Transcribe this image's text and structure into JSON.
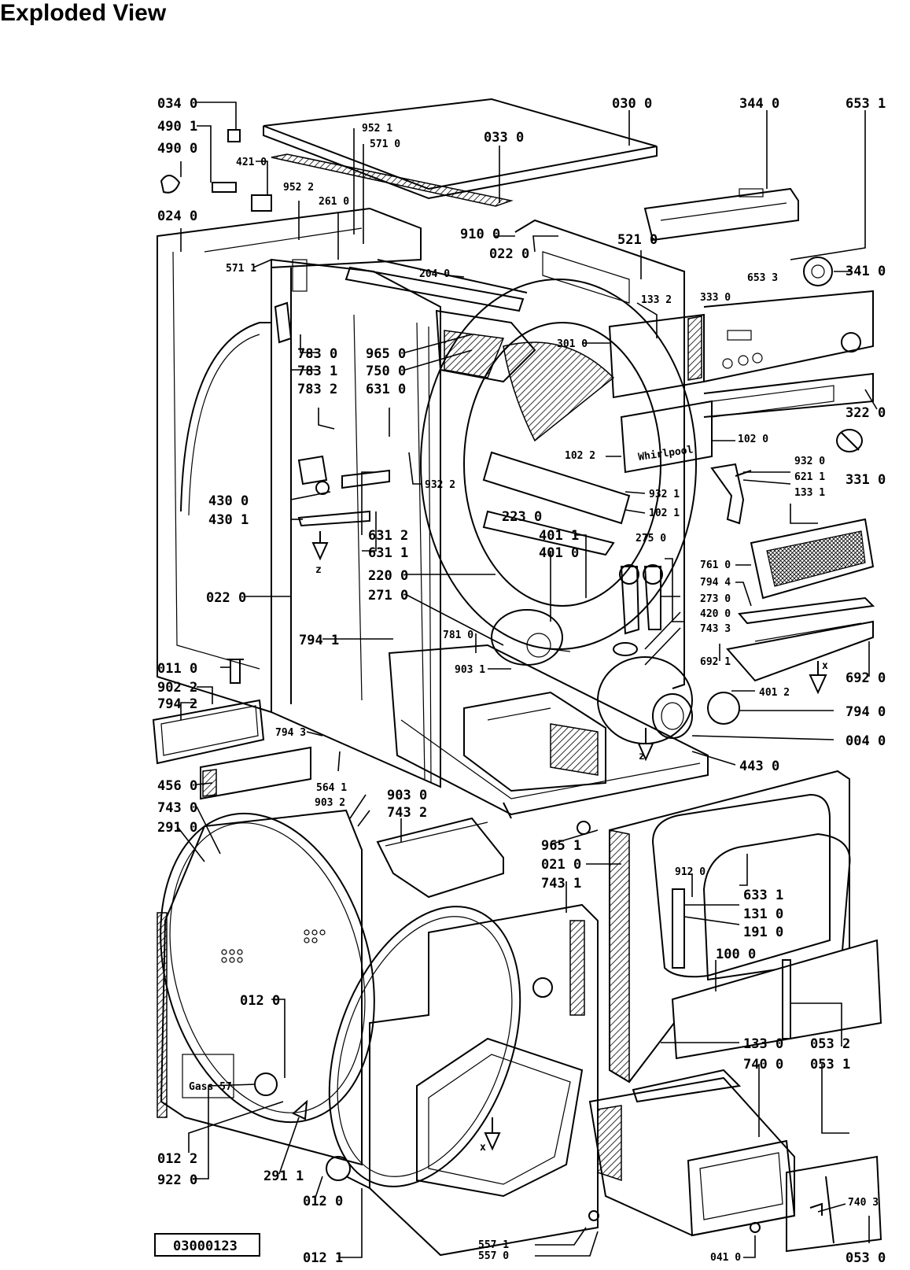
{
  "page": {
    "title": "Exploded View",
    "diagram_code": "03000123"
  },
  "callouts": [
    {
      "id": "c0340",
      "text": "034 0"
    },
    {
      "id": "c4901",
      "text": "490 1"
    },
    {
      "id": "c4900",
      "text": "490 0"
    },
    {
      "id": "c4210",
      "text": "421 0"
    },
    {
      "id": "c9522",
      "text": "952 2"
    },
    {
      "id": "c2610",
      "text": "261 0"
    },
    {
      "id": "c9521",
      "text": "952 1"
    },
    {
      "id": "c5710",
      "text": "571 0"
    },
    {
      "id": "c0330",
      "text": "033 0"
    },
    {
      "id": "c0300",
      "text": "030 0"
    },
    {
      "id": "c3440",
      "text": "344 0"
    },
    {
      "id": "c6531",
      "text": "653 1"
    },
    {
      "id": "c0240",
      "text": "024 0"
    },
    {
      "id": "c9100",
      "text": "910 0"
    },
    {
      "id": "c0220a",
      "text": "022 0"
    },
    {
      "id": "c5210",
      "text": "521 0"
    },
    {
      "id": "c5711",
      "text": "571 1"
    },
    {
      "id": "c2040",
      "text": "204 0"
    },
    {
      "id": "c6533",
      "text": "653 3"
    },
    {
      "id": "c3410",
      "text": "341 0"
    },
    {
      "id": "c3330",
      "text": "333 0"
    },
    {
      "id": "c1332",
      "text": "133 2"
    },
    {
      "id": "c7830",
      "text": "783 0"
    },
    {
      "id": "c9650",
      "text": "965 0"
    },
    {
      "id": "c7831",
      "text": "783 1"
    },
    {
      "id": "c7500",
      "text": "750 0"
    },
    {
      "id": "c7832",
      "text": "783 2"
    },
    {
      "id": "c6310",
      "text": "631 0"
    },
    {
      "id": "c3010",
      "text": "301 0"
    },
    {
      "id": "c3220",
      "text": "322 0"
    },
    {
      "id": "c1020",
      "text": "102 0"
    },
    {
      "id": "c1022",
      "text": "102 2"
    },
    {
      "id": "c9320",
      "text": "932 0"
    },
    {
      "id": "c6211",
      "text": "621 1"
    },
    {
      "id": "c3310",
      "text": "331 0"
    },
    {
      "id": "c9322",
      "text": "932 2"
    },
    {
      "id": "c9321",
      "text": "932 1"
    },
    {
      "id": "c1331",
      "text": "133 1"
    },
    {
      "id": "c4300",
      "text": "430 0"
    },
    {
      "id": "c4301",
      "text": "430 1"
    },
    {
      "id": "c1021",
      "text": "102 1"
    },
    {
      "id": "c2230",
      "text": "223 0"
    },
    {
      "id": "c6312",
      "text": "631 2"
    },
    {
      "id": "c4011",
      "text": "401 1"
    },
    {
      "id": "c6311",
      "text": "631 1"
    },
    {
      "id": "c4010",
      "text": "401 0"
    },
    {
      "id": "c2750",
      "text": "275 0"
    },
    {
      "id": "c7610",
      "text": "761 0"
    },
    {
      "id": "c2200",
      "text": "220 0"
    },
    {
      "id": "c7944",
      "text": "794 4"
    },
    {
      "id": "c0220b",
      "text": "022 0"
    },
    {
      "id": "c2710",
      "text": "271 0"
    },
    {
      "id": "c2730",
      "text": "273 0"
    },
    {
      "id": "c4200",
      "text": "420 0"
    },
    {
      "id": "c7433",
      "text": "743 3"
    },
    {
      "id": "c7941",
      "text": "794 1"
    },
    {
      "id": "c7810",
      "text": "781 0"
    },
    {
      "id": "c6921",
      "text": "692 1"
    },
    {
      "id": "c0110",
      "text": "011 0"
    },
    {
      "id": "c9031",
      "text": "903 1"
    },
    {
      "id": "c6920",
      "text": "692 0"
    },
    {
      "id": "c9022",
      "text": "902 2"
    },
    {
      "id": "c4012",
      "text": "401 2"
    },
    {
      "id": "c7942",
      "text": "794 2"
    },
    {
      "id": "c7940",
      "text": "794 0"
    },
    {
      "id": "c7943",
      "text": "794 3"
    },
    {
      "id": "c0040",
      "text": "004 0"
    },
    {
      "id": "c4430",
      "text": "443 0"
    },
    {
      "id": "c4560",
      "text": "456 0"
    },
    {
      "id": "c5641",
      "text": "564 1"
    },
    {
      "id": "c9032",
      "text": "903 2"
    },
    {
      "id": "c9030",
      "text": "903 0"
    },
    {
      "id": "c7430",
      "text": "743 0"
    },
    {
      "id": "c7432",
      "text": "743 2"
    },
    {
      "id": "c2910",
      "text": "291 0"
    },
    {
      "id": "c9651",
      "text": "965 1"
    },
    {
      "id": "c0210",
      "text": "021 0"
    },
    {
      "id": "c7431",
      "text": "743 1"
    },
    {
      "id": "c9120",
      "text": "912 0"
    },
    {
      "id": "c6331",
      "text": "633 1"
    },
    {
      "id": "c1310",
      "text": "131 0"
    },
    {
      "id": "c1910",
      "text": "191 0"
    },
    {
      "id": "c1000",
      "text": "100 0"
    },
    {
      "id": "c0120a",
      "text": "012 0"
    },
    {
      "id": "c1330",
      "text": "133 0"
    },
    {
      "id": "c0532",
      "text": "053 2"
    },
    {
      "id": "c7400",
      "text": "740 0"
    },
    {
      "id": "c0531",
      "text": "053 1"
    },
    {
      "id": "c0122",
      "text": "012 2"
    },
    {
      "id": "c7403",
      "text": "740 3"
    },
    {
      "id": "c9220",
      "text": "922 0"
    },
    {
      "id": "c2911",
      "text": "291 1"
    },
    {
      "id": "c0120b",
      "text": "012 0"
    },
    {
      "id": "c5571",
      "text": "557 1"
    },
    {
      "id": "c5570",
      "text": "557 0"
    },
    {
      "id": "c0121",
      "text": "012 1"
    },
    {
      "id": "c0410",
      "text": "041 0"
    },
    {
      "id": "c0530",
      "text": "053 0"
    }
  ],
  "markers": {
    "z": "z",
    "x": "x"
  },
  "nameplate": {
    "brand": "Whirlpool",
    "seal": "Gass 57"
  }
}
